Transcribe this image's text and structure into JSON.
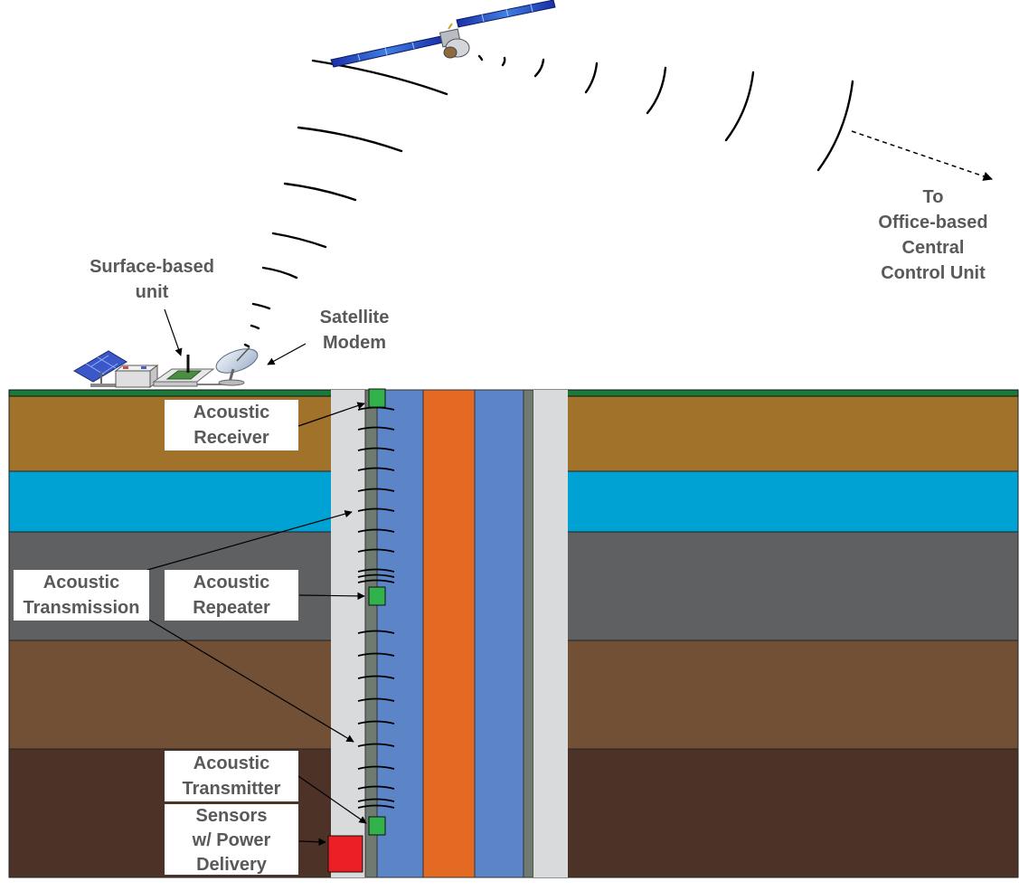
{
  "labels": {
    "surface_unit": [
      "Surface-based",
      "unit"
    ],
    "satellite_modem": [
      "Satellite",
      "Modem"
    ],
    "office": [
      "To",
      "Office-based",
      "Central",
      "Control Unit"
    ],
    "acoustic_receiver": [
      "Acoustic",
      "Receiver"
    ],
    "acoustic_transmission": [
      "Acoustic",
      "Transmission"
    ],
    "acoustic_repeater": [
      "Acoustic",
      "Repeater"
    ],
    "acoustic_transmitter": [
      "Acoustic",
      "Transmitter"
    ],
    "sensors": [
      "Sensors",
      "w/ Power",
      "Delivery"
    ]
  },
  "colors": {
    "layer_1": "#A0722A",
    "layer_2": "#00A2D3",
    "layer_3": "#5F6062",
    "layer_4": "#725036",
    "layer_5": "#4D3228",
    "ground_surface": "#1B7A3A",
    "casing_outer": "#D9DADC",
    "tubing": "#5B85C6",
    "production": "#E46A24",
    "wire": "#6F7A70",
    "node": "#32B24A",
    "sensor": "#EC2024",
    "label_text": "#595959"
  },
  "icons": [
    "satellite-icon",
    "solar-panel-icon",
    "battery-icon",
    "circuit-board-icon",
    "satellite-dish-icon"
  ]
}
